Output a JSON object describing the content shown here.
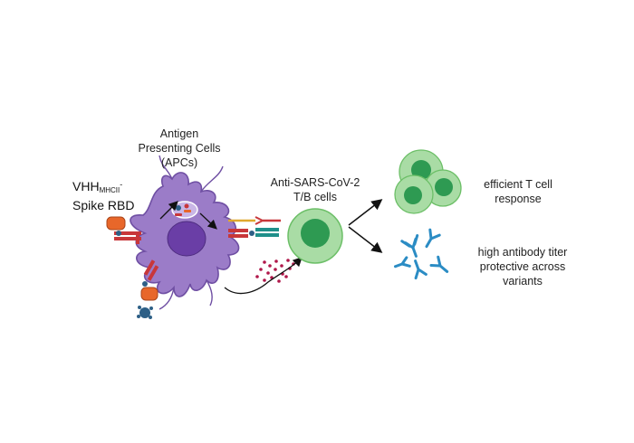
{
  "labels": {
    "apc_line1": "Antigen",
    "apc_line2": "Presenting Cells",
    "apc_line3": "(APCs)",
    "vhh_main": "VHH",
    "vhh_sub": "MHCII",
    "vhh_sup": "-",
    "spike": "Spike RBD",
    "tb_line1": "Anti-SARS-CoV-2",
    "tb_line2": "T/B cells",
    "tcell_line1": "efficient T cell",
    "tcell_line2": "response",
    "ab_line1": "high antibody titer",
    "ab_line2": "protective across",
    "ab_line3": "variants"
  },
  "colors": {
    "apc_body": "#9b7cc8",
    "apc_outline": "#6f4fa3",
    "apc_nucleus": "#6a3ea6",
    "tcell_outer": "#a9dca5",
    "tcell_inner": "#2e9a52",
    "mhc": "#c8373a",
    "spike_orange": "#e8672a",
    "tcr_teal": "#1f8f8a",
    "antibody_blue": "#2b8cc4",
    "cytokine_dots": "#b0174a",
    "virus_blue": "#2d5f86"
  }
}
